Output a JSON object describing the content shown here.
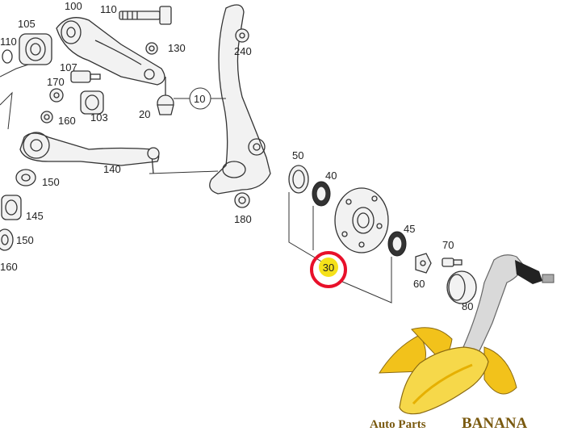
{
  "labels": {
    "p100": "100",
    "p105": "105",
    "p110a": "110",
    "p110b": "110",
    "p130": "130",
    "p107": "107",
    "p170": "170",
    "p160a": "160",
    "p103": "103",
    "p20": "20",
    "p10": "10",
    "p240": "240",
    "p140": "140",
    "p150a": "150",
    "p145": "145",
    "p150b": "150",
    "p160b": "160",
    "p180": "180",
    "p50": "50",
    "p40": "40",
    "p45": "45",
    "p70": "70",
    "p60": "60",
    "p80": "80",
    "p30": "30"
  },
  "highlight": {
    "part": "30",
    "ring_color": "#e8102a",
    "badge_color": "#f5e11a"
  },
  "brand": {
    "text1": "Auto Parts",
    "text2": "BANANA",
    "banana_color": "#f2c21b"
  }
}
